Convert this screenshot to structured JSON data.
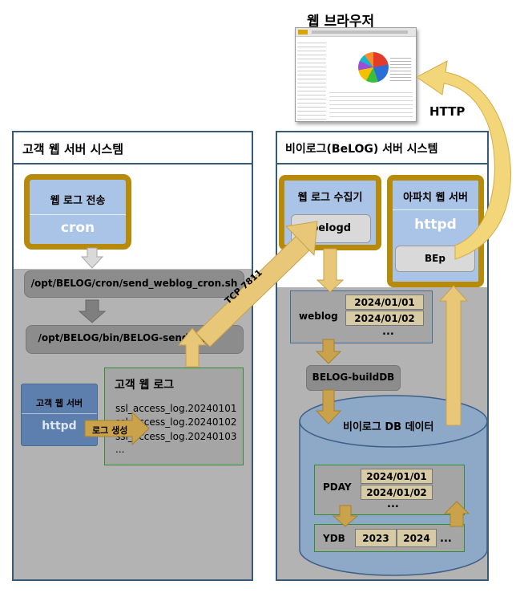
{
  "browser": {
    "title": "웹 브라우저",
    "protocol": "HTTP"
  },
  "customer_system": {
    "title": "고객 웹 서버 시스템",
    "weblog_send": {
      "title": "웹 로그 전송",
      "process": "cron"
    },
    "cron_script": "/opt/BELOG/cron/send_weblog_cron.sh",
    "sendlog_bin": "/opt/BELOG/bin/BELOG-sendlog",
    "web_server": {
      "title": "고객 웹 서버",
      "process": "httpd"
    },
    "log_create_label": "로그 생성",
    "web_log": {
      "title": "고객 웹 로그",
      "files": [
        "ssl_access_log.20240101",
        "ssl_access_log.20240102",
        "ssl_access_log.20240103",
        "..."
      ]
    },
    "tcp_label": "TCP 7811"
  },
  "belog_system": {
    "title": "비이로그(BeLOG) 서버 시스템",
    "collector": {
      "title": "웹 로그 수집기",
      "process": "belogd"
    },
    "apache": {
      "title": "아파치 웹 서버",
      "process": "httpd",
      "module": "BEp"
    },
    "weblog": {
      "label": "weblog",
      "dates": [
        "2024/01/01",
        "2024/01/02"
      ],
      "more": "..."
    },
    "build_db": "BELOG-buildDB",
    "db": {
      "title": "비이로그 DB 데이터",
      "pday": {
        "label": "PDAY",
        "dates": [
          "2024/01/01",
          "2024/01/02"
        ],
        "more": "..."
      },
      "ydb": {
        "label": "YDB",
        "years": [
          "2023",
          "2024"
        ],
        "more": "..."
      }
    }
  },
  "colors": {
    "panel_border": "#3a5a7a",
    "gold": "#b88a0a",
    "light_blue": "#a9c4e6",
    "gray_area": "#b3b3b3",
    "arrow_fill": "#e8c779",
    "arrow_dark": "#c9a24b"
  }
}
